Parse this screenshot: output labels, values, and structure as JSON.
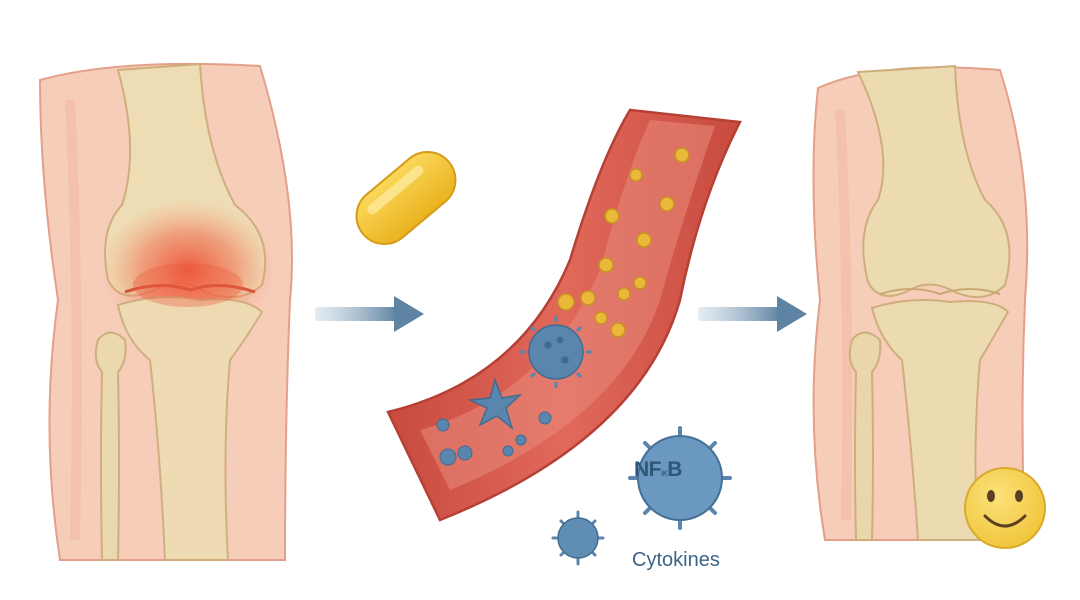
{
  "labels": {
    "nfkb_main": "NF",
    "nfkb_sub": "ικ",
    "nfkb_tail": "B",
    "cytokines": "Cytokines"
  },
  "colors": {
    "skin": "#f5c9b4",
    "bone": "#eedcb4",
    "bone_outline": "#d3b98a",
    "inflammation": "#ee5a3c",
    "vessel": "#d9564c",
    "vessel_inner": "#e98a7c",
    "capsule": "#f5c331",
    "particle": "#e9b634",
    "cytokine": "#5a86ad",
    "arrow": "#6e8fa9",
    "smiley": "#f5d14a"
  },
  "icons": [
    "inflamed-knee",
    "capsule-pill",
    "arrow-right",
    "blood-vessel",
    "cytokine-virus",
    "healthy-knee",
    "smiley-face"
  ]
}
